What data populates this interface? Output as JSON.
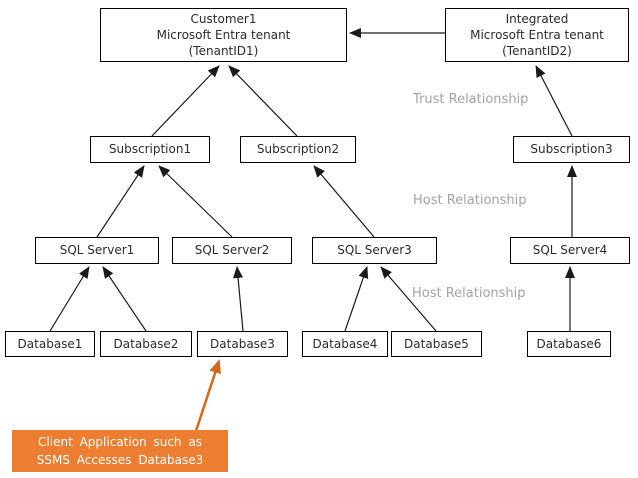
{
  "diagram": {
    "nodes": {
      "tenant1": {
        "line1": "Customer1",
        "line2": "Microsoft Entra tenant",
        "line3": "(TenantID1)"
      },
      "tenant2": {
        "line1": "Integrated",
        "line2": "Microsoft Entra tenant",
        "line3": "(TenantID2)"
      },
      "subscription1": {
        "label": "Subscription1"
      },
      "subscription2": {
        "label": "Subscription2"
      },
      "subscription3": {
        "label": "Subscription3"
      },
      "sql_server1": {
        "label": "SQL Server1"
      },
      "sql_server2": {
        "label": "SQL Server2"
      },
      "sql_server3": {
        "label": "SQL Server3"
      },
      "sql_server4": {
        "label": "SQL Server4"
      },
      "database1": {
        "label": "Database1"
      },
      "database2": {
        "label": "Database2"
      },
      "database3": {
        "label": "Database3"
      },
      "database4": {
        "label": "Database4"
      },
      "database5": {
        "label": "Database5"
      },
      "database6": {
        "label": "Database6"
      }
    },
    "relationship_labels": {
      "trust": "Trust Relationship",
      "host_upper": "Host Relationship",
      "host_lower": "Host Relationship"
    },
    "callout": {
      "line1": "Client Application such as",
      "line2": "SSMS Accesses Database3"
    },
    "edges": [
      {
        "from": "tenant2",
        "to": "tenant1",
        "type": "trust"
      },
      {
        "from": "subscription1",
        "to": "tenant1",
        "type": "host"
      },
      {
        "from": "subscription2",
        "to": "tenant1",
        "type": "host"
      },
      {
        "from": "subscription3",
        "to": "tenant2",
        "type": "host"
      },
      {
        "from": "sql_server1",
        "to": "subscription1",
        "type": "host"
      },
      {
        "from": "sql_server2",
        "to": "subscription1",
        "type": "host"
      },
      {
        "from": "sql_server3",
        "to": "subscription2",
        "type": "host"
      },
      {
        "from": "sql_server4",
        "to": "subscription3",
        "type": "host"
      },
      {
        "from": "database1",
        "to": "sql_server1",
        "type": "host"
      },
      {
        "from": "database2",
        "to": "sql_server1",
        "type": "host"
      },
      {
        "from": "database3",
        "to": "sql_server2",
        "type": "host"
      },
      {
        "from": "database4",
        "to": "sql_server3",
        "type": "host"
      },
      {
        "from": "database5",
        "to": "sql_server3",
        "type": "host"
      },
      {
        "from": "database6",
        "to": "sql_server4",
        "type": "host"
      },
      {
        "from": "client_callout",
        "to": "database3",
        "type": "access"
      }
    ],
    "colors": {
      "callout_background": "#ED7D31",
      "callout_text": "#FFFFFF",
      "callout_arrow": "#D2691E",
      "relationship_label": "#A3A3A3",
      "connector": "#1A1A1A",
      "node_border": "#000000",
      "node_background": "#FFFFFF"
    }
  }
}
